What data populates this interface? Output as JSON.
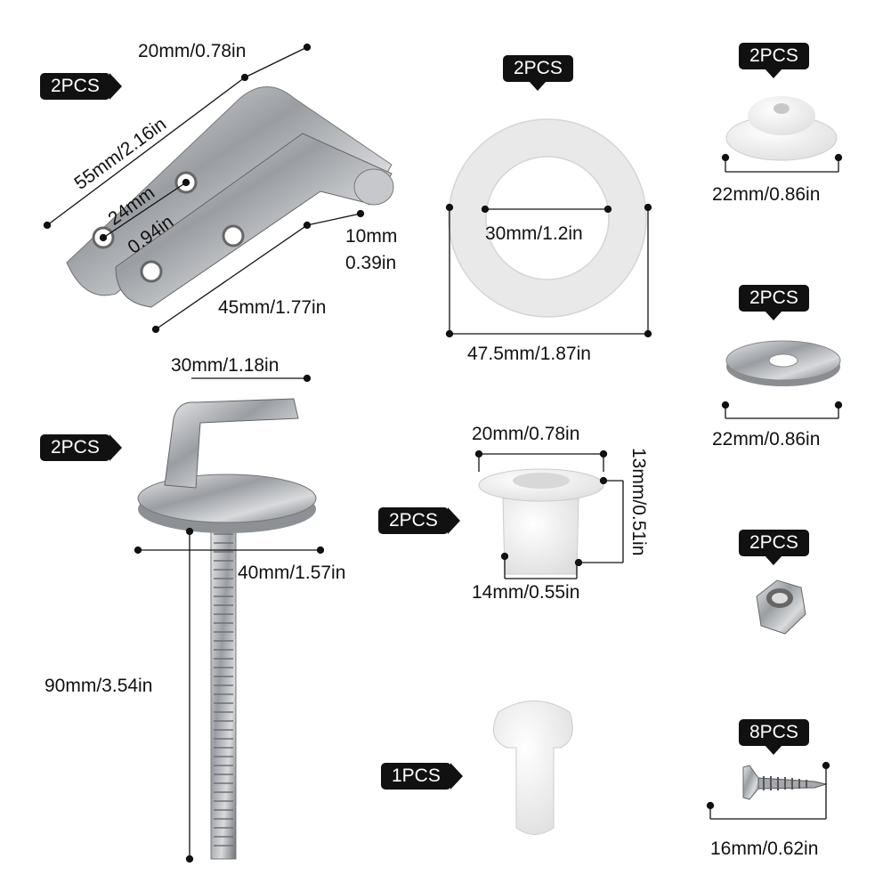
{
  "hinge": {
    "qty": "2PCS",
    "width": "20mm/0.78in",
    "length": "55mm/2.16in",
    "hole_spacing_mm": "24mm",
    "hole_spacing_in": "0.94in",
    "thickness_mm": "10mm",
    "thickness_in": "0.39in",
    "short_length": "45mm/1.77in"
  },
  "ring": {
    "qty": "2PCS",
    "inner": "30mm/1.2in",
    "outer": "47.5mm/1.87in"
  },
  "cap": {
    "qty": "2PCS",
    "diameter": "22mm/0.86in"
  },
  "washer": {
    "qty": "2PCS",
    "diameter": "22mm/0.86in"
  },
  "nut": {
    "qty": "2PCS"
  },
  "screw": {
    "qty": "8PCS",
    "length": "16mm/0.62in"
  },
  "bolt": {
    "qty": "2PCS",
    "arm": "30mm/1.18in",
    "disc": "40mm/1.57in",
    "length": "90mm/3.54in"
  },
  "bushing": {
    "qty": "2PCS",
    "top": "20mm/0.78in",
    "height": "13mm/0.51in",
    "bottom": "14mm/0.55in"
  },
  "key": {
    "qty": "1PCS"
  },
  "colors": {
    "badge": "#111111",
    "steel": "#b9bcc0",
    "plastic": "#f4f4f4"
  }
}
